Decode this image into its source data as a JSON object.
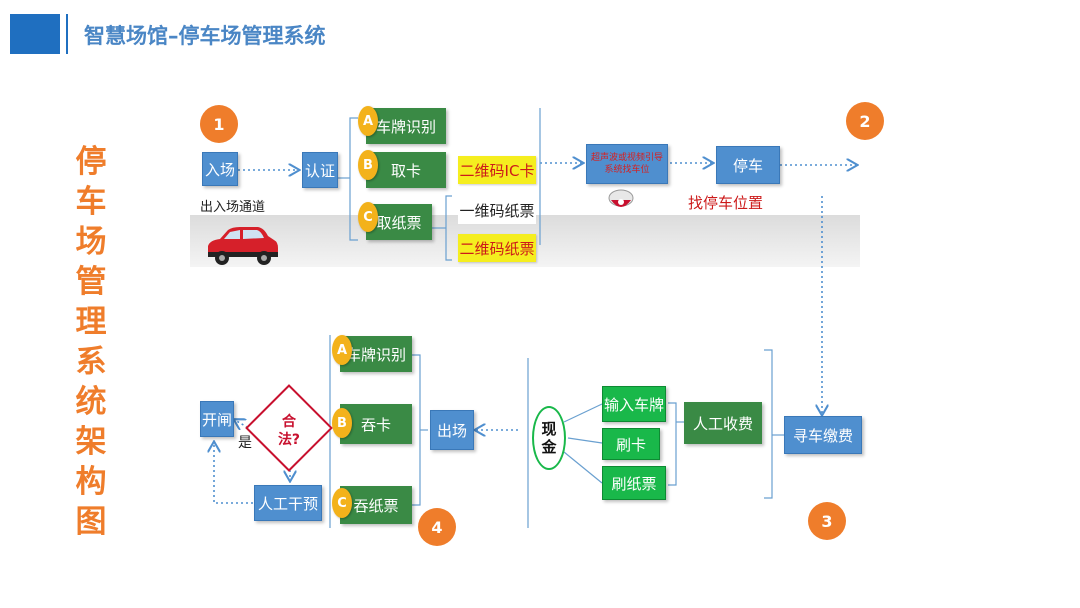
{
  "header": {
    "title": "智慧场馆–停车场管理系统"
  },
  "side_title": "停车场管理系统架构图",
  "colors": {
    "accent_blue": "#1f6fc0",
    "box_blue": "#4f8fcf",
    "box_green": "#3a8a45",
    "orange": "#ef7d2b",
    "yellow": "#f5ee1f",
    "red_text": "#cc1a1a"
  },
  "steps": {
    "s1": "1",
    "s2": "2",
    "s3": "3",
    "s4": "4"
  },
  "entry": {
    "enter": "入场",
    "verify": "认证",
    "gate_label": "出入场通道",
    "options": [
      {
        "letter": "A",
        "label": "车牌识别"
      },
      {
        "letter": "B",
        "label": "取卡"
      },
      {
        "letter": "C",
        "label": "取纸票"
      }
    ],
    "qr_ic": "二维码IC卡",
    "barcode": "一维码纸票",
    "qr_paper": "二维码纸票"
  },
  "parking": {
    "guide": "超声波或视频引导系统找车位",
    "park": "停车",
    "find_spot": "找停车位置"
  },
  "payment": {
    "find_pay": "寻车缴费",
    "manual": "人工收费",
    "methods": [
      "输入车牌",
      "刷卡",
      "刷纸票"
    ],
    "cash": "现金"
  },
  "exit": {
    "exit_label": "出场",
    "options": [
      {
        "letter": "A",
        "label": "车牌识别"
      },
      {
        "letter": "B",
        "label": "吞卡"
      },
      {
        "letter": "C",
        "label": "吞纸票"
      }
    ],
    "legal": "合法?",
    "yes": "是",
    "open_gate": "开闸",
    "intervene": "人工干预"
  }
}
